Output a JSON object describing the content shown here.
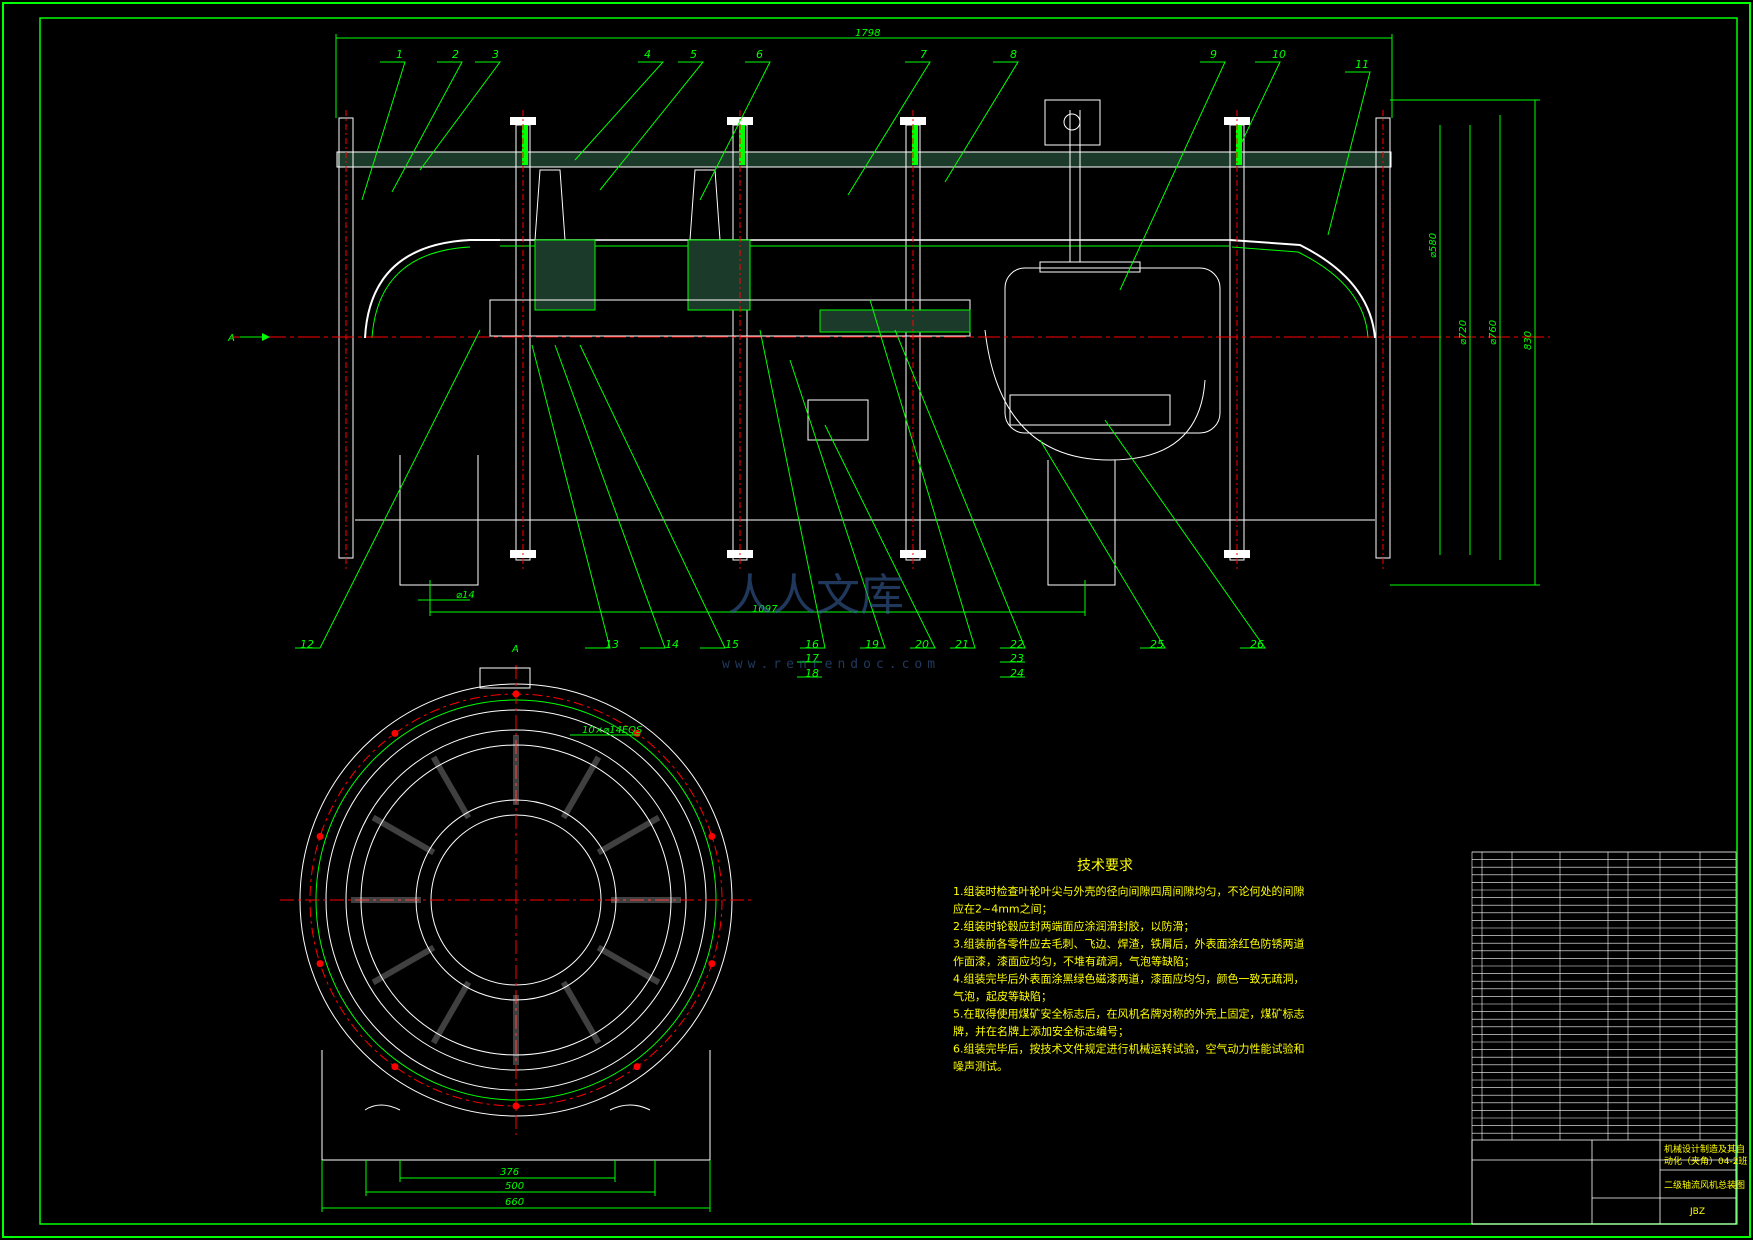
{
  "dimensions": {
    "overall_length": "1798",
    "base_span": "1097",
    "bolt_hole": "⌀14",
    "dia_580": "⌀580",
    "dia_720": "⌀720",
    "dia_760": "⌀760",
    "height_830": "830",
    "front_base_376": "376",
    "front_base_500": "500",
    "front_base_660": "660",
    "flange_holes": "10×⌀14EQS"
  },
  "section_marks": {
    "arrow_a": "A",
    "view_a": "A"
  },
  "part_labels": [
    "1",
    "2",
    "3",
    "4",
    "5",
    "6",
    "7",
    "8",
    "9",
    "10",
    "11",
    "12",
    "13",
    "14",
    "15",
    "16",
    "17",
    "18",
    "19",
    "20",
    "21",
    "22",
    "23",
    "24",
    "25",
    "26"
  ],
  "tech_requirements": {
    "title": "技术要求",
    "lines": [
      "1.组装时检查叶轮叶尖与外壳的径向间隙四周间隙均匀，不论何处的间隙",
      "应在2~4mm之间；",
      "2.组装时轮毂应封两端面应涂润滑封胶，以防滑；",
      "3.组装前各零件应去毛刺、飞边、焊渣，铁屑后，外表面涂红色防锈两道",
      "作面漆，漆面应均匀，不堆有疏洞，气泡等缺陷；",
      "4.组装完毕后外表面涂黑绿色磁漆两道，漆面应均匀，颜色一致无疏洞，",
      "气泡，起皮等缺陷；",
      "5.在取得使用煤矿安全标志后，在风机名牌对称的外壳上固定，煤矿标志",
      "牌，并在名牌上添加安全标志编号；",
      "6.组装完毕后，按技术文件规定进行机械运转试验，空气动力性能试验和",
      "噪声测试。"
    ]
  },
  "title_block": {
    "company_line1": "机械设计制造及其自",
    "company_line2": "动化（夹角）04-2班",
    "drawing_title": "二级轴流风机总装图",
    "drawing_code": "JBZ"
  },
  "watermark": {
    "text": "人人文库",
    "url": "www.renrendoc.com"
  }
}
